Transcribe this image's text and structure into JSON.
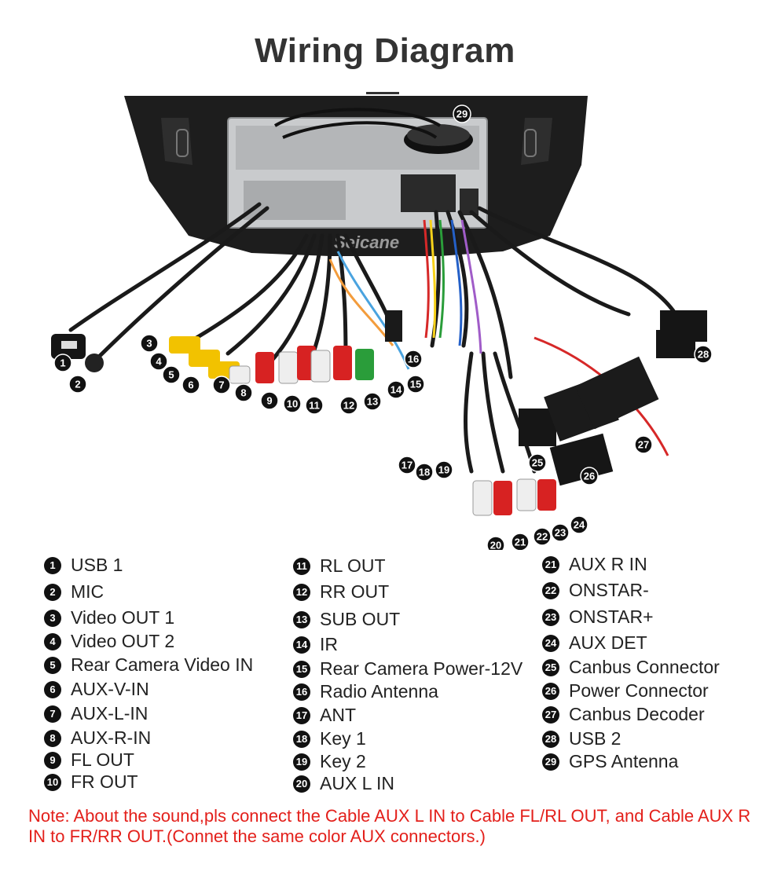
{
  "title": "Wiring Diagram",
  "watermark": "Seicane",
  "colors": {
    "callout": "#111111",
    "note": "#e3201b",
    "wire": "#1a1a1a"
  },
  "callouts": [
    {
      "n": "1",
      "label": "USB 1"
    },
    {
      "n": "2",
      "label": "MIC"
    },
    {
      "n": "3",
      "label": "Video OUT 1"
    },
    {
      "n": "4",
      "label": "Video OUT 2"
    },
    {
      "n": "5",
      "label": "Rear Camera Video IN"
    },
    {
      "n": "6",
      "label": "AUX-V-IN"
    },
    {
      "n": "7",
      "label": "AUX-L-IN"
    },
    {
      "n": "8",
      "label": "AUX-R-IN"
    },
    {
      "n": "9",
      "label": "FL OUT"
    },
    {
      "n": "10",
      "label": "FR OUT"
    },
    {
      "n": "11",
      "label": "RL OUT"
    },
    {
      "n": "12",
      "label": "RR OUT"
    },
    {
      "n": "13",
      "label": "SUB OUT"
    },
    {
      "n": "14",
      "label": "IR"
    },
    {
      "n": "15",
      "label": "Rear Camera Power-12V"
    },
    {
      "n": "16",
      "label": "Radio Antenna"
    },
    {
      "n": "17",
      "label": "ANT"
    },
    {
      "n": "18",
      "label": "Key 1"
    },
    {
      "n": "19",
      "label": "Key 2"
    },
    {
      "n": "20",
      "label": "AUX L IN"
    },
    {
      "n": "21",
      "label": "AUX R IN"
    },
    {
      "n": "22",
      "label": "ONSTAR-"
    },
    {
      "n": "23",
      "label": "ONSTAR+"
    },
    {
      "n": "24",
      "label": "AUX DET"
    },
    {
      "n": "25",
      "label": "Canbus Connector"
    },
    {
      "n": "26",
      "label": "Power Connector"
    },
    {
      "n": "27",
      "label": "Canbus Decoder"
    },
    {
      "n": "28",
      "label": "USB 2"
    },
    {
      "n": "29",
      "label": "GPS Antenna"
    }
  ],
  "note": "Note: About the sound,pls connect the Cable AUX L IN to Cable FL/RL OUT, and Cable AUX R IN to  FR/RR OUT.(Connet the same color AUX connectors.)"
}
